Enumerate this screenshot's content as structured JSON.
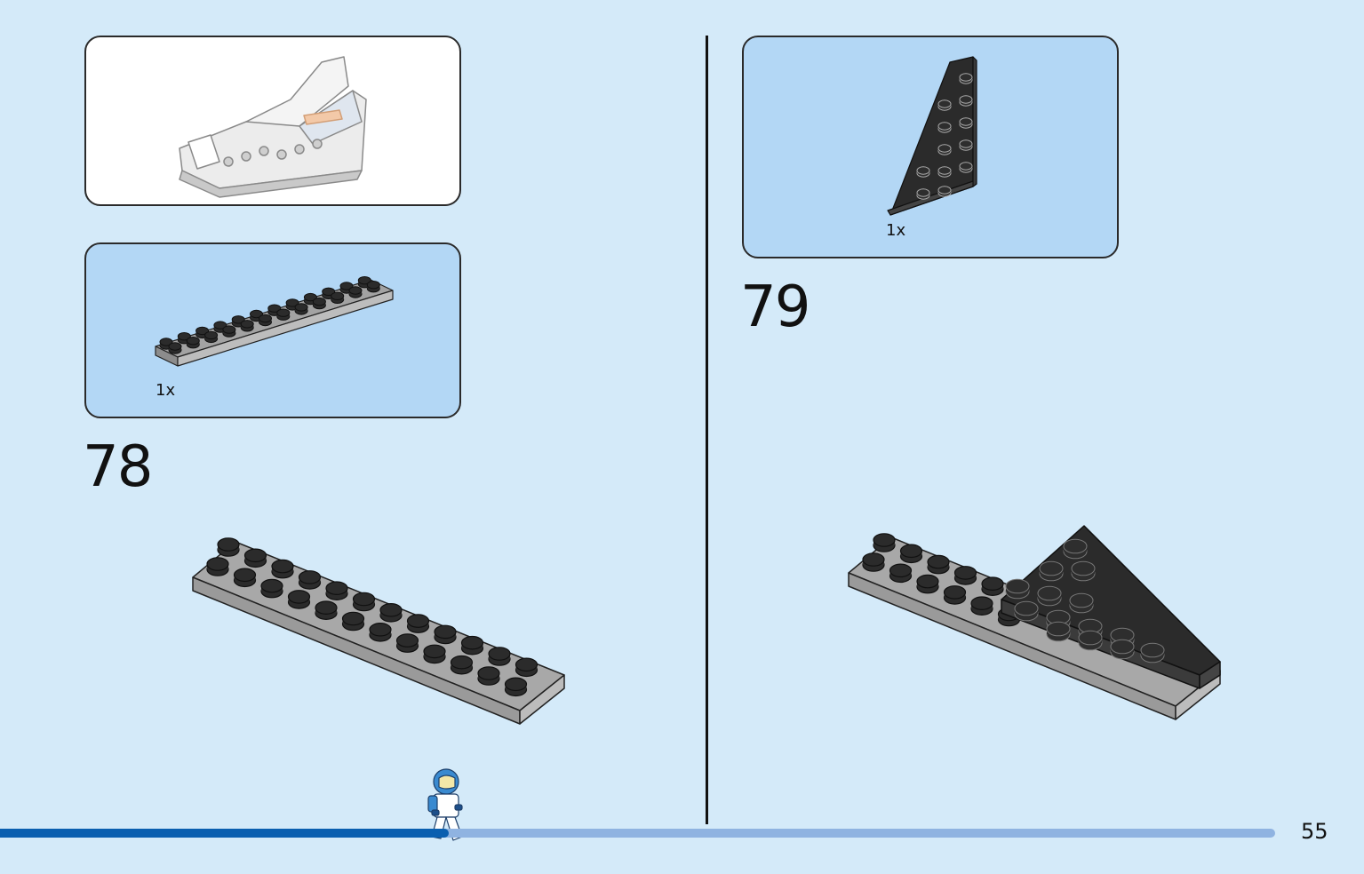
{
  "steps": [
    {
      "number": "78",
      "parts_quantity": "1x"
    },
    {
      "number": "79",
      "parts_quantity": "1x"
    }
  ],
  "page_number": "55",
  "colors": {
    "background": "#d4eaf9",
    "parts_panel": "#b3d7f5",
    "progress_done": "#0a5fb0",
    "progress_remaining": "#8fb3e1",
    "brick_gray": "#9b9b9b",
    "brick_black": "#2b2b2b"
  },
  "progress": {
    "fraction_complete": 0.33
  }
}
